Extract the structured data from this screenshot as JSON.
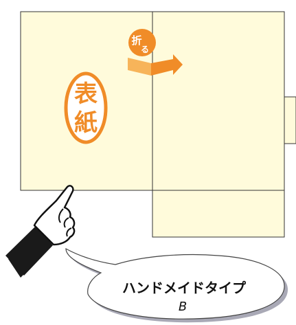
{
  "diagram": {
    "cover_seal": {
      "line1": "表",
      "line2": "紙"
    },
    "fold_badge": {
      "char1": "折",
      "char2": "る"
    },
    "callout": {
      "title": "ハンドメイドタイプ",
      "subtitle": "B"
    },
    "colors": {
      "paper": "#fffbdb",
      "paper_border": "#333333",
      "accent": "#f08c28",
      "accent_light": "#f7b45a",
      "hand_dark": "#1a1a1a"
    },
    "icons": [
      "pointing-hand-icon",
      "fold-arrow-icon"
    ]
  }
}
